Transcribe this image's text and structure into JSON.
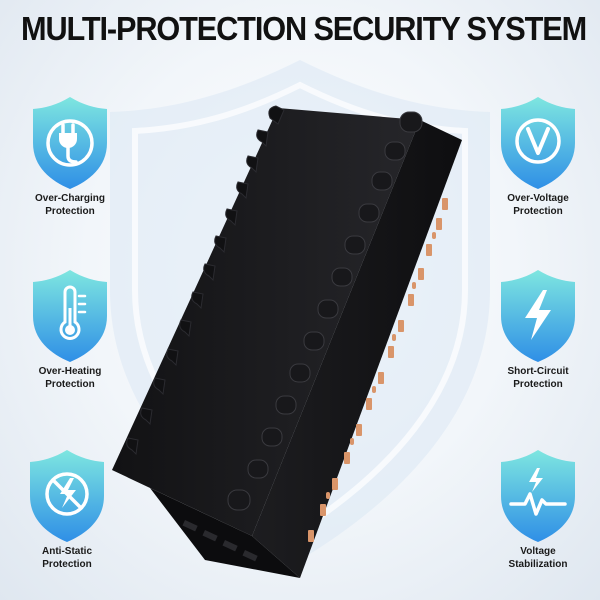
{
  "title": "MULTI-PROTECTION SECURITY SYSTEM",
  "colors": {
    "shield_top": "#7ee6e0",
    "shield_bottom": "#2f8fe6",
    "device_body": "#1b1b1d",
    "port_copper": "#d9956a"
  },
  "features": [
    {
      "icon": "plug-icon",
      "line1": "Over-Charging",
      "line2": "Protection"
    },
    {
      "icon": "thermometer-icon",
      "line1": "Over-Heating",
      "line2": "Protection"
    },
    {
      "icon": "anti-static-icon",
      "line1": "Anti-Static",
      "line2": "Protection"
    },
    {
      "icon": "voltage-icon",
      "line1": "Over-Voltage",
      "line2": "Protection"
    },
    {
      "icon": "lightning-icon",
      "line1": "Short-Circuit",
      "line2": "Protection"
    },
    {
      "icon": "pulse-icon",
      "line1": "Voltage",
      "line2": "Stabilization"
    }
  ]
}
